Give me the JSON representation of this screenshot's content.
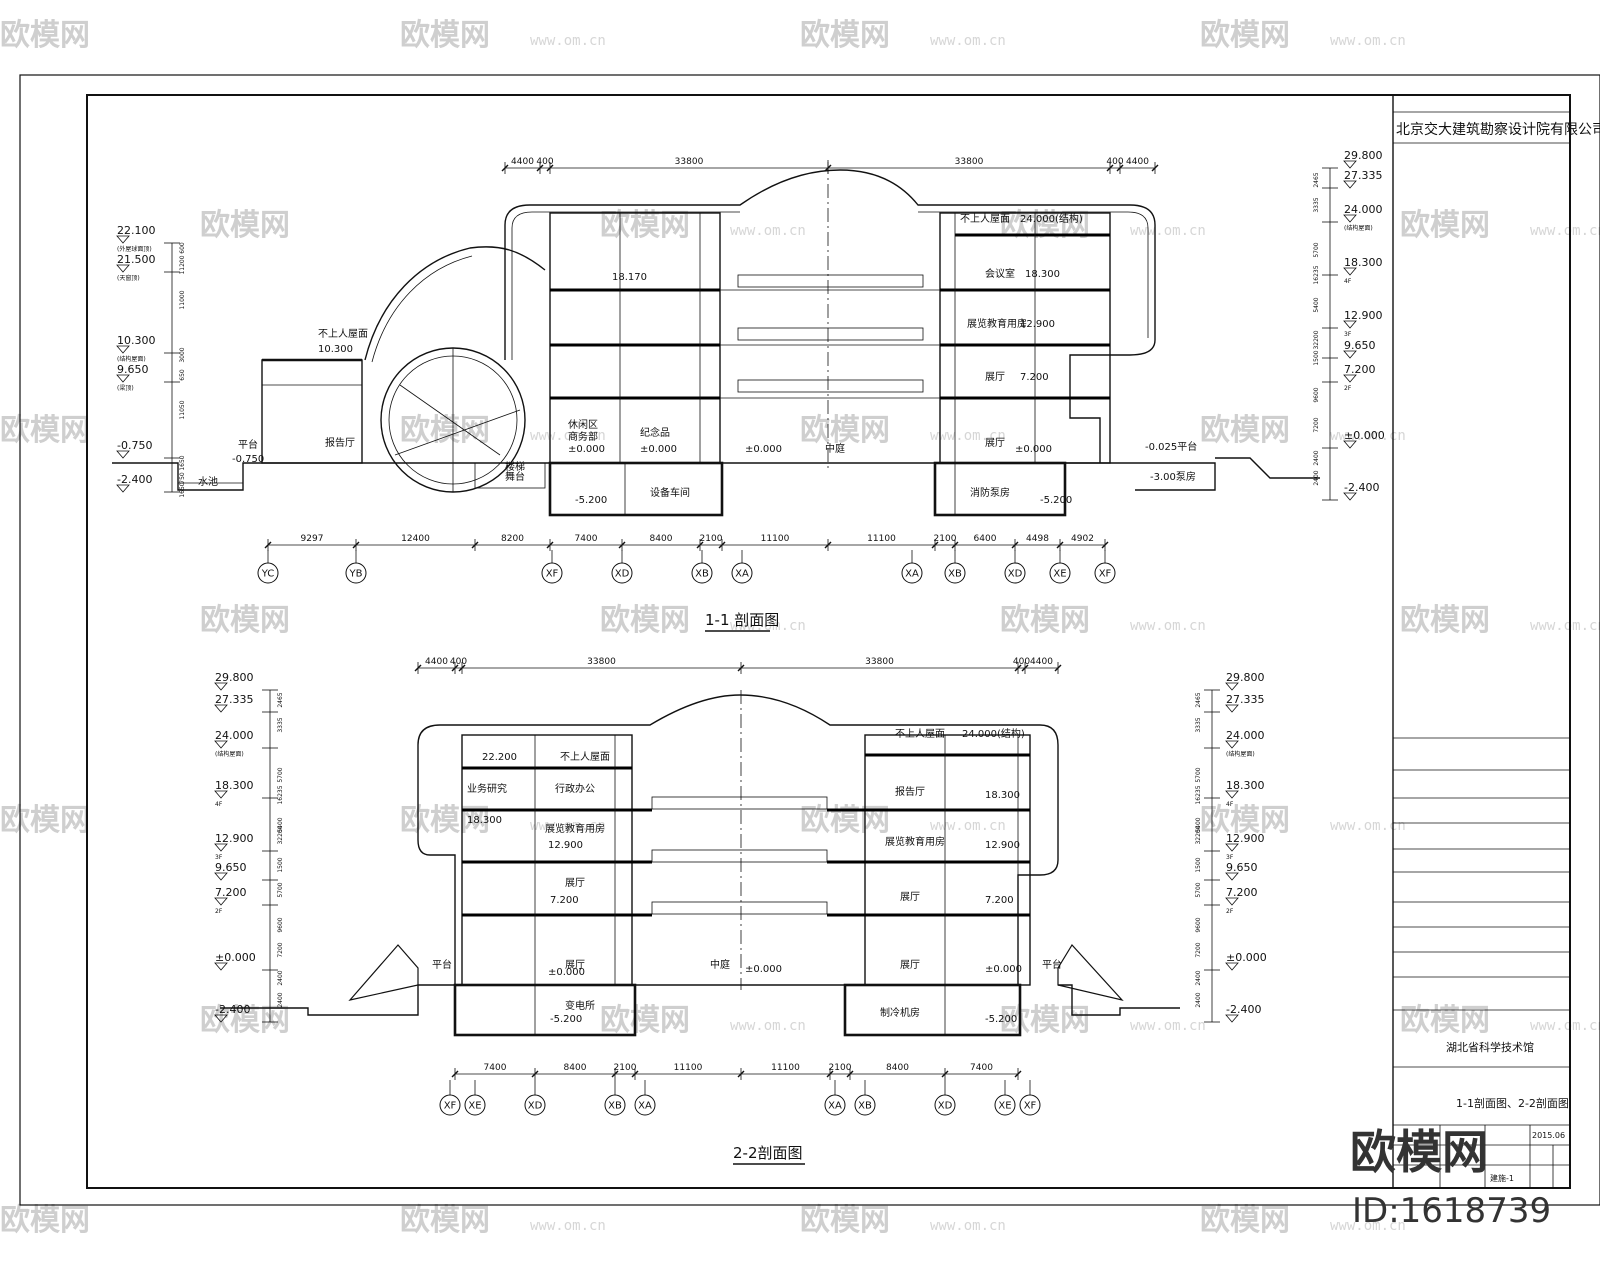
{
  "company": "北京交大建筑勘察设计院有限公司",
  "project": "湖北省科学技术馆",
  "sheet_title": "1-1剖面图、2-2剖面图",
  "sheet_date": "2015.06",
  "sheet_no": "建施-1",
  "watermark": {
    "brand": "欧模网",
    "url": "www.om.cn",
    "id": "ID:1618739"
  },
  "section1": {
    "title": "1-1 剖面图",
    "top_dims": [
      "4400",
      "400",
      "33800",
      "33800",
      "400",
      "4400"
    ],
    "left_elevs": [
      {
        "v": "22.100",
        "note": "(外屋球面顶)"
      },
      {
        "v": "21.500",
        "note": "(天窗顶)"
      },
      {
        "v": "10.300",
        "note": "(结构屋面)"
      },
      {
        "v": "9.650",
        "note": "(梁顶)"
      },
      {
        "v": "-0.750",
        "note": ""
      },
      {
        "v": "-2.400",
        "note": ""
      }
    ],
    "left_dims": [
      "600",
      "11200",
      "11000",
      "3000",
      "650",
      "11050",
      "1650",
      "750",
      "1650"
    ],
    "right_elevs": [
      {
        "v": "29.800",
        "note": ""
      },
      {
        "v": "27.335",
        "note": ""
      },
      {
        "v": "24.000",
        "note": "(结构屋面)"
      },
      {
        "v": "18.300",
        "note": "4F"
      },
      {
        "v": "12.900",
        "note": "3F"
      },
      {
        "v": "9.650",
        "note": ""
      },
      {
        "v": "7.200",
        "note": "2F"
      },
      {
        "v": "±0.000",
        "note": ""
      },
      {
        "v": "-2.400",
        "note": ""
      }
    ],
    "right_dims": [
      "2465",
      "3335",
      "5700",
      "16235",
      "5400",
      "32200",
      "1500",
      "9600",
      "7200",
      "2400",
      "2400"
    ],
    "rooms": [
      {
        "t": "不上人屋面"
      },
      {
        "t": "10.300"
      },
      {
        "t": "报告厅"
      },
      {
        "t": "平台"
      },
      {
        "t": "-0.750"
      },
      {
        "t": "水池"
      },
      {
        "t": "舞台"
      },
      {
        "t": "18.170"
      },
      {
        "t": "休闲区"
      },
      {
        "t": "商务部"
      },
      {
        "t": "±0.000"
      },
      {
        "t": "纪念品"
      },
      {
        "t": "±0.000"
      },
      {
        "t": "楼梯"
      },
      {
        "t": "-5.200"
      },
      {
        "t": "设备车间"
      },
      {
        "t": "±0.000"
      },
      {
        "t": "中庭"
      },
      {
        "t": "不上人屋面"
      },
      {
        "t": "24.000(结构)"
      },
      {
        "t": "会议室"
      },
      {
        "t": "18.300"
      },
      {
        "t": "展览教育用房"
      },
      {
        "t": "12.900"
      },
      {
        "t": "展厅"
      },
      {
        "t": "7.200"
      },
      {
        "t": "展厅"
      },
      {
        "t": "±0.000"
      },
      {
        "t": "消防泵房"
      },
      {
        "t": "-5.200"
      },
      {
        "t": "-0.025平台"
      },
      {
        "t": "-3.00泵房"
      }
    ],
    "bottom_dims": [
      "9297",
      "12400",
      "8200",
      "7400",
      "8400",
      "2100",
      "11100",
      "11100",
      "2100",
      "6400",
      "4498",
      "4902"
    ],
    "axes": [
      "YC",
      "YB",
      "XF",
      "XD",
      "XB",
      "XA",
      "XA",
      "XB",
      "XD",
      "XE",
      "XF"
    ]
  },
  "section2": {
    "title": "2-2剖面图",
    "top_dims": [
      "4400",
      "400",
      "33800",
      "33800",
      "400",
      "4400"
    ],
    "left_elevs": [
      {
        "v": "29.800",
        "note": ""
      },
      {
        "v": "27.335",
        "note": ""
      },
      {
        "v": "24.000",
        "note": "(结构屋面)"
      },
      {
        "v": "18.300",
        "note": "4F"
      },
      {
        "v": "12.900",
        "note": "3F"
      },
      {
        "v": "9.650",
        "note": ""
      },
      {
        "v": "7.200",
        "note": "2F"
      },
      {
        "v": "±0.000",
        "note": ""
      },
      {
        "v": "-2.400",
        "note": ""
      }
    ],
    "left_dims": [
      "2465",
      "3335",
      "5700",
      "16235",
      "5400",
      "32200",
      "1500",
      "5700",
      "9600",
      "7200",
      "2400",
      "2400"
    ],
    "right_elevs": [
      {
        "v": "29.800",
        "note": ""
      },
      {
        "v": "27.335",
        "note": ""
      },
      {
        "v": "24.000",
        "note": "(结构屋面)"
      },
      {
        "v": "18.300",
        "note": "4F"
      },
      {
        "v": "12.900",
        "note": "3F"
      },
      {
        "v": "9.650",
        "note": ""
      },
      {
        "v": "7.200",
        "note": "2F"
      },
      {
        "v": "±0.000",
        "note": ""
      },
      {
        "v": "-2.400",
        "note": ""
      }
    ],
    "right_dims": [
      "2465",
      "3335",
      "5700",
      "16235",
      "5400",
      "32200",
      "1500",
      "5700",
      "9600",
      "7200",
      "2400",
      "2400"
    ],
    "rooms": [
      {
        "t": "22.200"
      },
      {
        "t": "不上人屋面"
      },
      {
        "t": "业务研究"
      },
      {
        "t": "行政办公"
      },
      {
        "t": "18.300"
      },
      {
        "t": "展览教育用房"
      },
      {
        "t": "12.900"
      },
      {
        "t": "展厅"
      },
      {
        "t": "7.200"
      },
      {
        "t": "展厅"
      },
      {
        "t": "±0.000"
      },
      {
        "t": "变电所"
      },
      {
        "t": "-5.200"
      },
      {
        "t": "中庭"
      },
      {
        "t": "±0.000"
      },
      {
        "t": "不上人屋面"
      },
      {
        "t": "24.000(结构)"
      },
      {
        "t": "报告厅"
      },
      {
        "t": "18.300"
      },
      {
        "t": "展览教育用房"
      },
      {
        "t": "12.900"
      },
      {
        "t": "展厅"
      },
      {
        "t": "7.200"
      },
      {
        "t": "展厅"
      },
      {
        "t": "±0.000"
      },
      {
        "t": "制冷机房"
      },
      {
        "t": "-5.200"
      },
      {
        "t": "平台"
      },
      {
        "t": "平台"
      }
    ],
    "bottom_dims": [
      "7400",
      "8400",
      "2100",
      "11100",
      "11100",
      "2100",
      "8400",
      "7400"
    ],
    "axes": [
      "XF",
      "XE",
      "XD",
      "XB",
      "XA",
      "XA",
      "XB",
      "XD",
      "XE",
      "XF"
    ]
  }
}
